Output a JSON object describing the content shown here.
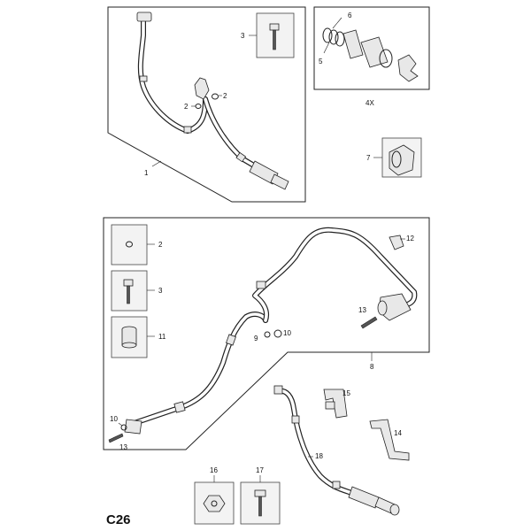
{
  "page_code": "C26",
  "assembly_upper": {
    "hose_label": "1",
    "oring_labels": [
      "2",
      "2"
    ],
    "bolt_label": "3"
  },
  "seal_kit": {
    "labels": [
      "6",
      "5"
    ],
    "quantity": "4X"
  },
  "part_7": {
    "label": "7"
  },
  "assembly_lower": {
    "inset_labels": [
      "2",
      "3",
      "11"
    ],
    "hose_label": "8",
    "labels_9_10": [
      "9",
      "10"
    ],
    "label_12": "12",
    "label_13": "13",
    "left_labels": [
      "10",
      "13"
    ]
  },
  "brackets": {
    "label_15": "15",
    "label_14": "14"
  },
  "hose_18": {
    "label": "18"
  },
  "bottom_parts": {
    "label_16": "16",
    "label_17": "17"
  }
}
